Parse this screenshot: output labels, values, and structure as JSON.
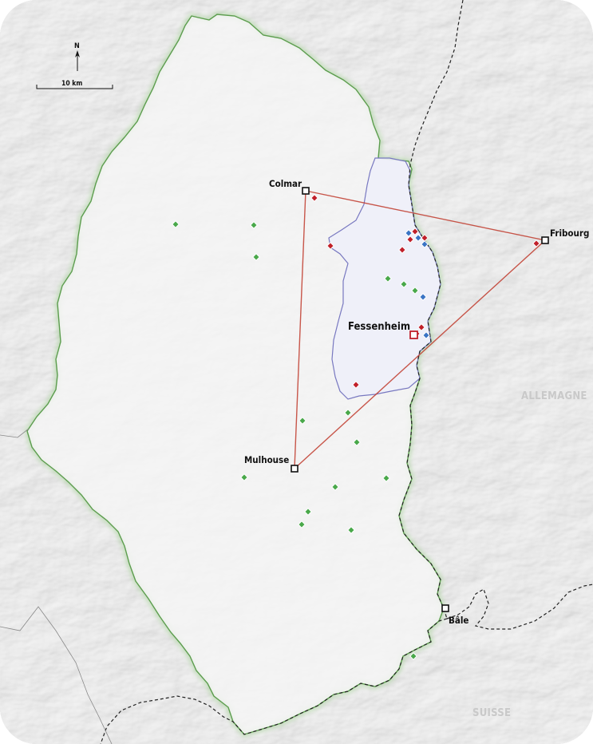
{
  "map": {
    "north_label": "N",
    "scale_label": "10 km",
    "countries": {
      "germany": "ALLEMAGNE",
      "switzerland": "SUISSE"
    },
    "cities": {
      "colmar": "Colmar",
      "fribourg": "Fribourg",
      "fessenheim": "Fessenheim",
      "mulhouse": "Mulhouse",
      "bale": "Bâle"
    },
    "colors": {
      "region_border": "#5c9d4e",
      "triangle": "#c0392b",
      "zone_border": "#7878c0",
      "zone_fill": "#eef0fa",
      "marker_red": "#c0202a",
      "marker_blue": "#3a74c4",
      "marker_green": "#49a84a",
      "city_square": "#111111",
      "fessenheim_square": "#c0202a"
    },
    "markers": [
      {
        "color": "red"
      },
      {
        "color": "red"
      },
      {
        "color": "red"
      },
      {
        "color": "red"
      },
      {
        "color": "red"
      },
      {
        "color": "red"
      },
      {
        "color": "red"
      },
      {
        "color": "red"
      },
      {
        "color": "red"
      },
      {
        "color": "red"
      },
      {
        "color": "blue"
      },
      {
        "color": "blue"
      },
      {
        "color": "blue"
      },
      {
        "color": "blue"
      },
      {
        "color": "blue"
      },
      {
        "color": "green"
      },
      {
        "color": "green"
      },
      {
        "color": "green"
      },
      {
        "color": "green"
      },
      {
        "color": "green"
      },
      {
        "color": "green"
      },
      {
        "color": "green"
      },
      {
        "color": "green"
      },
      {
        "color": "green"
      },
      {
        "color": "green"
      },
      {
        "color": "green"
      },
      {
        "color": "green"
      },
      {
        "color": "green"
      },
      {
        "color": "green"
      },
      {
        "color": "green"
      },
      {
        "color": "green"
      }
    ]
  }
}
